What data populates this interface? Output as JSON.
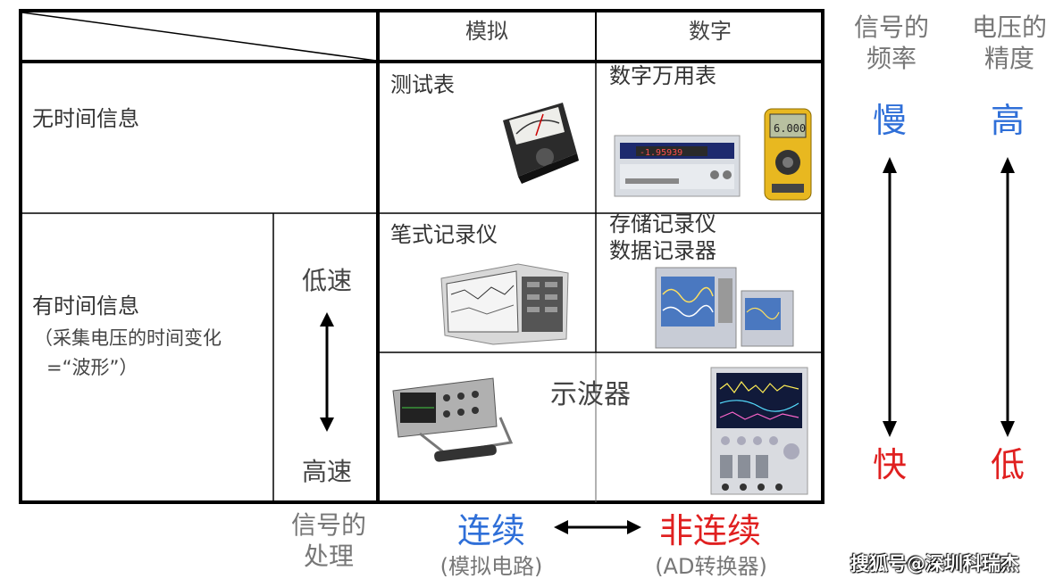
{
  "table": {
    "col_analog": "模拟",
    "col_digital": "数字",
    "row_no_time": "无时间信息",
    "row_with_time": "有时间信息",
    "row_with_time_note1": "（采集电压的时间变化",
    "row_with_time_note2": "=“波形”）",
    "speed_slow": "低速",
    "speed_fast": "高速",
    "meter": "测试表",
    "dmm": "数字万用表",
    "pen_recorder": "笔式记录仪",
    "storage_recorder_1": "存储记录仪",
    "storage_recorder_2": "数据记录器",
    "oscilloscope": "示波器"
  },
  "right": {
    "freq_1": "信号的",
    "freq_2": "频率",
    "prec_1": "电压的",
    "prec_2": "精度",
    "freq_top": "慢",
    "prec_top": "高",
    "freq_bottom": "快",
    "prec_bottom": "低"
  },
  "bottom": {
    "proc_1": "信号的",
    "proc_2": "处理",
    "continuous": "连续",
    "continuous_sub": "(模拟电路)",
    "discontinuous": "非连续",
    "discontinuous_sub": "(AD转换器)",
    "watermark": "搜狐号@深圳科瑞杰"
  },
  "colors": {
    "blue": "#2f6fd8",
    "red": "#e02020",
    "gray": "#777777"
  }
}
